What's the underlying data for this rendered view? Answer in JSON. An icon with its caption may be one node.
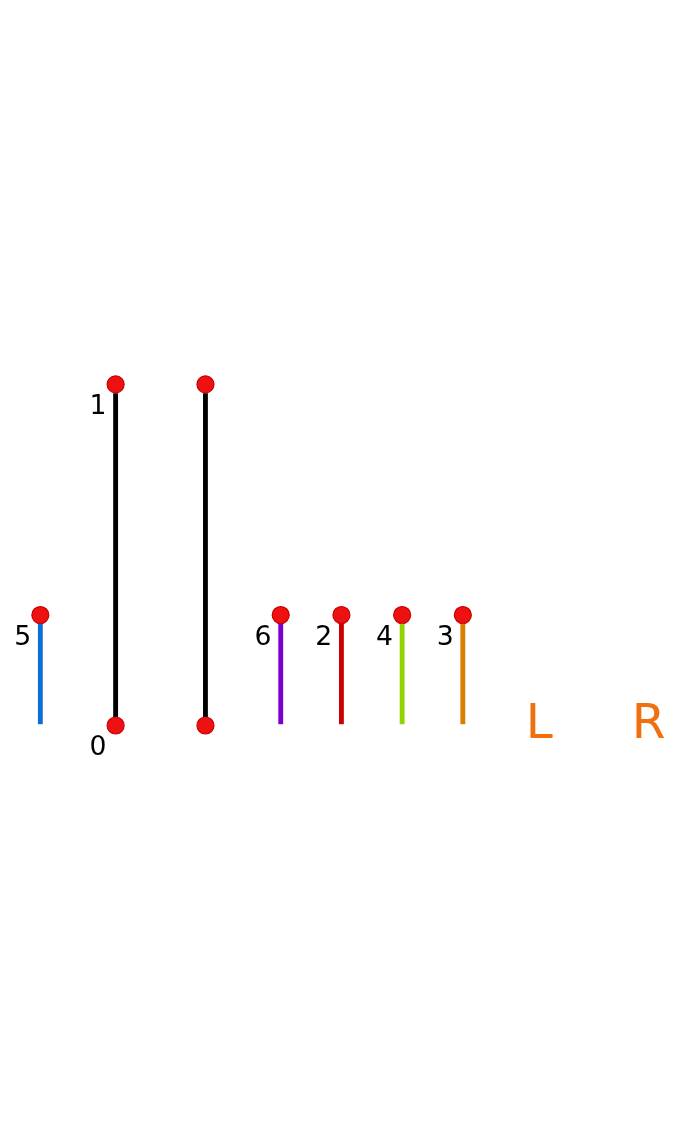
{
  "diagram": {
    "nodes": [
      {
        "text": [],
        "shape": "circle",
        "beside": [
          "5"
        ]
      },
      {
        "text": [],
        "shape": "circle",
        "beside": [
          "1"
        ]
      },
      {
        "text": [],
        "shape": "circle"
      },
      {
        "text": [],
        "shape": "circle",
        "beside": [
          "6"
        ]
      },
      {
        "text": [],
        "shape": "circle",
        "beside": [
          "2"
        ]
      },
      {
        "text": [],
        "shape": "circle",
        "beside": [
          "4"
        ]
      },
      {
        "text": [],
        "shape": "circle",
        "beside": [
          "3"
        ]
      },
      {
        "text": [],
        "shape": "circle",
        "beside": [
          "0"
        ]
      },
      {
        "text": [],
        "shape": "circle"
      }
    ],
    "edges": [
      {
        "from": 7,
        "to": 1,
        "arrow": "none",
        "color": "#000000"
      },
      {
        "from": 8,
        "to": 2,
        "arrow": "none",
        "color": "#000000"
      },
      {
        "from": null,
        "to": 0,
        "arrow": "none",
        "color": "#0a6fd8"
      },
      {
        "from": null,
        "to": 4,
        "arrow": "none",
        "color": "#cc0000"
      },
      {
        "from": null,
        "to": 3,
        "arrow": "none",
        "color": "#7a00d0"
      },
      {
        "from": null,
        "to": 5,
        "arrow": "none",
        "color": "#8fd400"
      },
      {
        "from": null,
        "to": 6,
        "arrow": "none",
        "color": "#d97f00"
      }
    ],
    "labels": [
      "L",
      "R"
    ]
  }
}
